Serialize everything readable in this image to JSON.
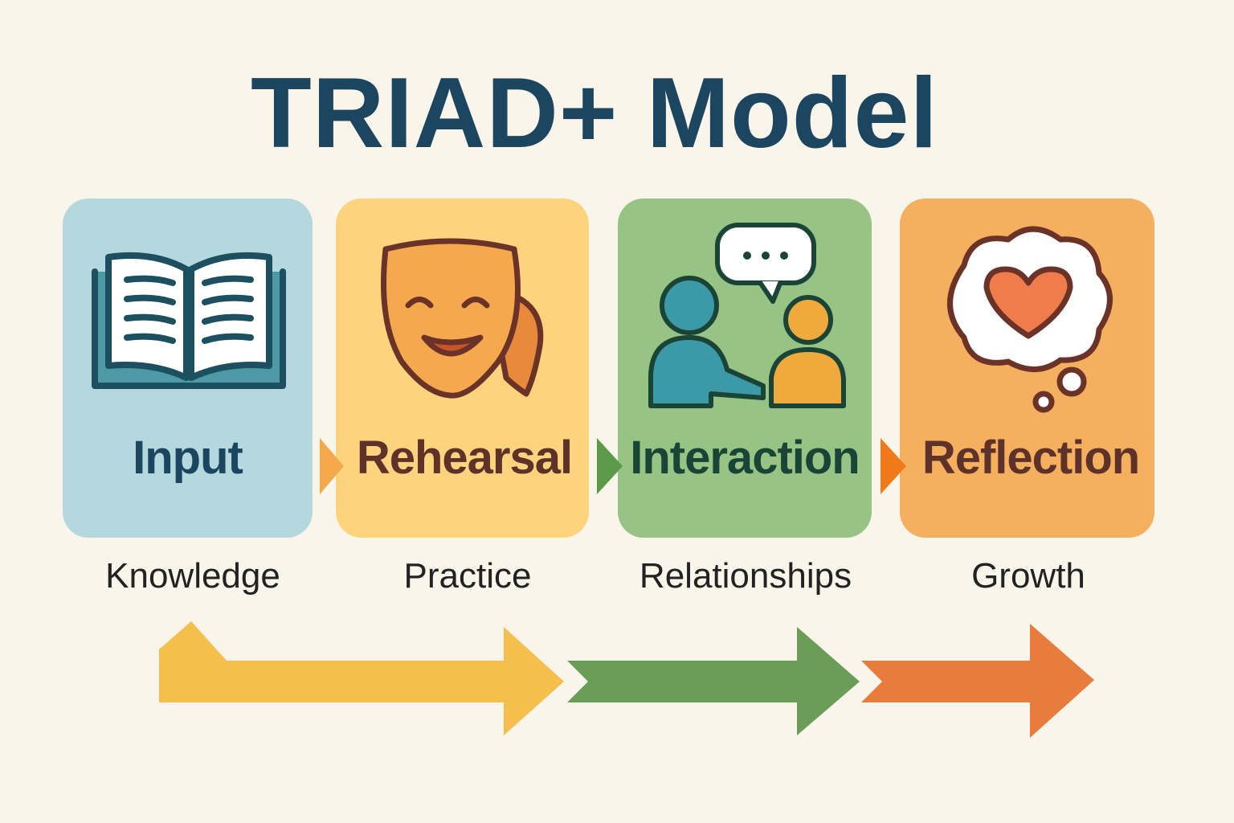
{
  "title": "TRIAD+ Model",
  "stages": [
    {
      "label": "Input",
      "sublabel": "Knowledge",
      "icon": "open-book-icon",
      "color": "#b4d8de",
      "text_color": "#1c4560"
    },
    {
      "label": "Rehearsal",
      "sublabel": "Practice",
      "icon": "theater-mask-icon",
      "color": "#fdd47d",
      "text_color": "#5e3229"
    },
    {
      "label": "Interaction",
      "sublabel": "Relationships",
      "icon": "people-conversation-icon",
      "color": "#97c485",
      "text_color": "#1a4436"
    },
    {
      "label": "Reflection",
      "sublabel": "Growth",
      "icon": "thought-heart-icon",
      "color": "#f4b05e",
      "text_color": "#5e3229"
    }
  ],
  "connector_colors": [
    "#f3a84a",
    "#5a9a48",
    "#f07a1a"
  ],
  "flow_arrow_colors": [
    "#f4bf4c",
    "#6a9e58",
    "#e87c3c"
  ]
}
